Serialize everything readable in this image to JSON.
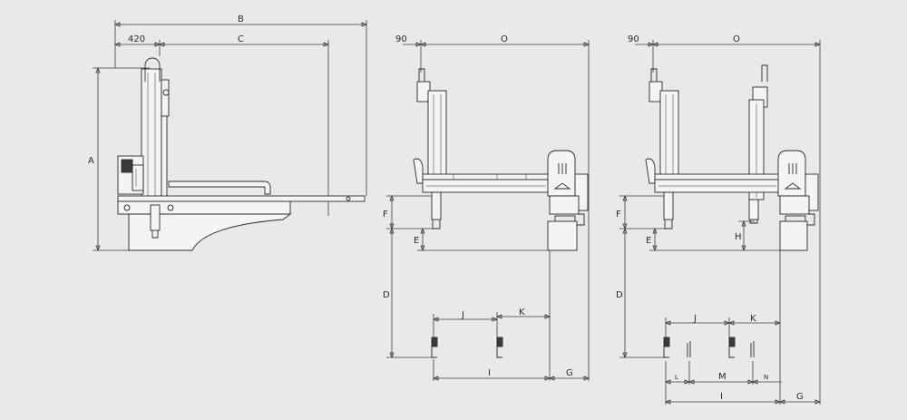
{
  "palette": {
    "background": "#e9e9e9",
    "line": "#2b2b2b"
  },
  "side_view": {
    "dim_B": "B",
    "dim_420": "420",
    "dim_C": "C",
    "dim_A": "A"
  },
  "front_view_single": {
    "dim_90": "90",
    "dim_O": "O",
    "dim_F": "F",
    "dim_E": "E",
    "dim_D": "D",
    "dim_J": "J",
    "dim_K": "K",
    "dim_I": "I",
    "dim_G": "G",
    "cabinet_mark": "III"
  },
  "front_view_double": {
    "dim_90": "90",
    "dim_O": "O",
    "dim_F": "F",
    "dim_E": "E",
    "dim_H": "H",
    "dim_D": "D",
    "dim_J": "J",
    "dim_K": "K",
    "dim_L": "L",
    "dim_M": "M",
    "dim_N": "N",
    "dim_I": "I",
    "dim_G": "G",
    "cabinet_mark": "III"
  }
}
